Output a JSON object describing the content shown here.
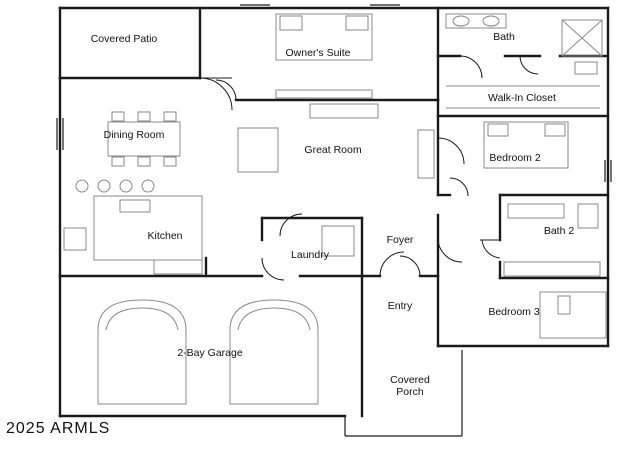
{
  "rooms": {
    "covered_patio": "Covered Patio",
    "owners_suite": "Owner's Suite",
    "bath": "Bath",
    "walk_in_closet": "Walk-In Closet",
    "dining_room": "Dining Room",
    "great_room": "Great Room",
    "bedroom_2": "Bedroom 2",
    "kitchen": "Kitchen",
    "foyer": "Foyer",
    "bath_2": "Bath 2",
    "laundry": "Laundry",
    "entry": "Entry",
    "bedroom_3": "Bedroom 3",
    "garage": "2-Bay Garage",
    "covered_porch_line1": "Covered",
    "covered_porch_line2": "Porch"
  },
  "copyright": "2025 ARMLS"
}
